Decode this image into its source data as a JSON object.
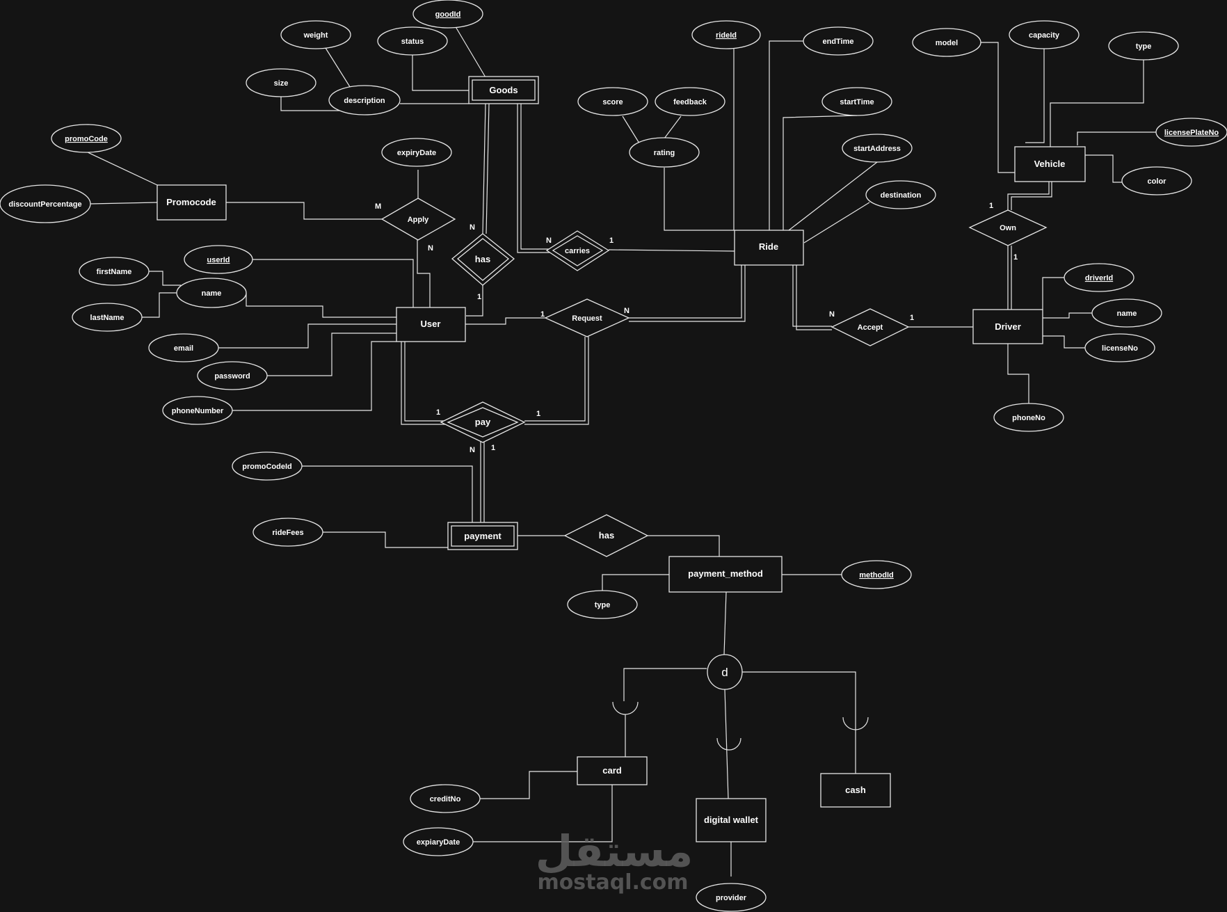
{
  "entities": {
    "goods": "Goods",
    "promocode": "Promocode",
    "user": "User",
    "ride": "Ride",
    "vehicle": "Vehicle",
    "driver": "Driver",
    "payment": "payment",
    "payment_method": "payment_method",
    "card": "card",
    "digital_wallet": "digital wallet",
    "cash": "cash"
  },
  "relationships": {
    "apply": "Apply",
    "has_goods": "has",
    "carries": "carries",
    "request": "Request",
    "accept": "Accept",
    "own": "Own",
    "pay": "pay",
    "has_method": "has"
  },
  "attributes": {
    "goodId": "goodId",
    "status": "status",
    "weight": "weight",
    "size": "size",
    "description": "description",
    "promoCode": "promoCode",
    "discountPercentage": "discountPercentage",
    "expiryDate": "expiryDate",
    "userId": "userId",
    "firstName": "firstName",
    "name_user": "name",
    "lastName": "lastName",
    "email": "email",
    "password": "password",
    "phoneNumber": "phoneNumber",
    "rideId": "rideId",
    "endTime": "endTime",
    "startTime": "startTime",
    "startAddress": "startAddress",
    "destination": "destination",
    "score": "score",
    "feedback": "feedback",
    "rating": "rating",
    "model": "model",
    "capacity": "capacity",
    "type_vehicle": "type",
    "licensePlateNo": "licensePlateNo",
    "color": "color",
    "driverId": "driverId",
    "name_driver": "name",
    "licenseNo": "licenseNo",
    "phoneNo": "phoneNo",
    "promoCodeId": "promoCodeId",
    "rideFees": "rideFees",
    "type_method": "type",
    "methodId": "methodId",
    "creditNo": "creditNo",
    "expiaryDate": "expiaryDate",
    "provider": "provider"
  },
  "specialization": "d",
  "cardinalities": {
    "apply_promo": "M",
    "apply_user": "N",
    "has_goods": "N",
    "has_user": "1",
    "carries_goods": "N",
    "carries_ride": "1",
    "request_user": "1",
    "request_ride": "N",
    "accept_ride": "N",
    "accept_driver": "1",
    "own_vehicle": "1",
    "own_driver": "1",
    "pay_user": "1",
    "pay_request": "1",
    "pay_payment_n": "N",
    "pay_payment_1": "1"
  },
  "watermark": {
    "arabic": "مستقل",
    "latin": "mostaql.com"
  }
}
